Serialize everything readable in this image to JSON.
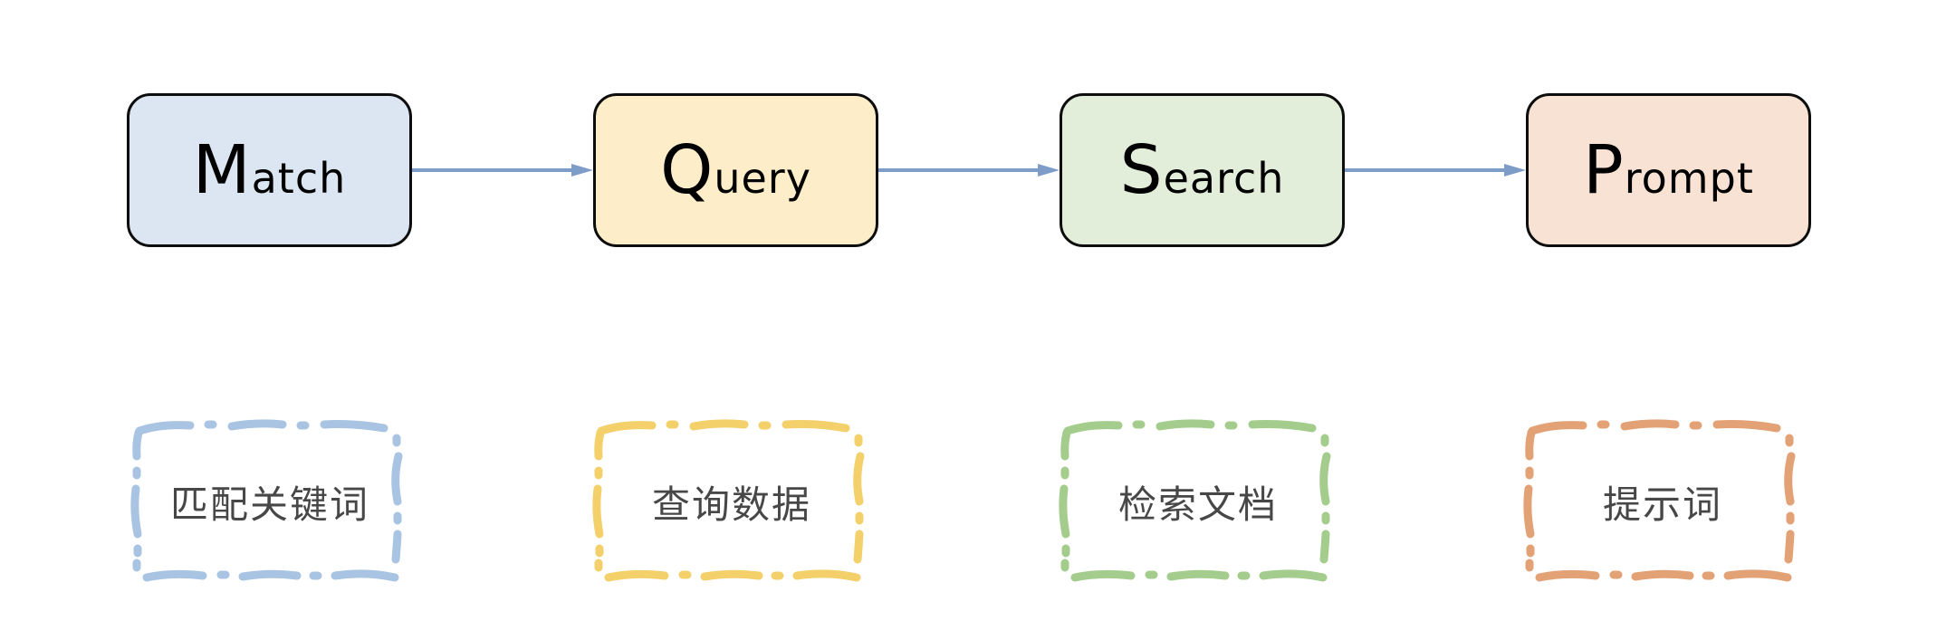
{
  "diagram": {
    "title_visible": false,
    "background_color": "#ffffff",
    "arrow_color": "#7e9cc8",
    "note_text_color": "#474747",
    "stage_border_color": "#0d0d0d"
  },
  "stages": [
    {
      "id": "match",
      "cap": "M",
      "rest": "atch",
      "full_label": "Match",
      "fill_color": "#dce6f2",
      "note_label": "匹配关键词",
      "note_border_color": "#a8c4e2"
    },
    {
      "id": "query",
      "cap": "Q",
      "rest": "uery",
      "full_label": "Query",
      "fill_color": "#fdeec9",
      "note_label": "查询数据",
      "note_border_color": "#f3d06a"
    },
    {
      "id": "search",
      "cap": "S",
      "rest": "earch",
      "full_label": "Search",
      "fill_color": "#e2eeda",
      "note_label": "检索文档",
      "note_border_color": "#a4cd8d"
    },
    {
      "id": "prompt",
      "cap": "P",
      "rest": "rompt",
      "full_label": "Prompt",
      "fill_color": "#f7e2d4",
      "note_label": "提示词",
      "note_border_color": "#e3a276"
    }
  ],
  "arrows": [
    {
      "id": "arrow-1",
      "from": "match",
      "to": "query",
      "glyph": "arrow-right-icon"
    },
    {
      "id": "arrow-2",
      "from": "query",
      "to": "search",
      "glyph": "arrow-right-icon"
    },
    {
      "id": "arrow-3",
      "from": "search",
      "to": "prompt",
      "glyph": "arrow-right-icon"
    }
  ]
}
